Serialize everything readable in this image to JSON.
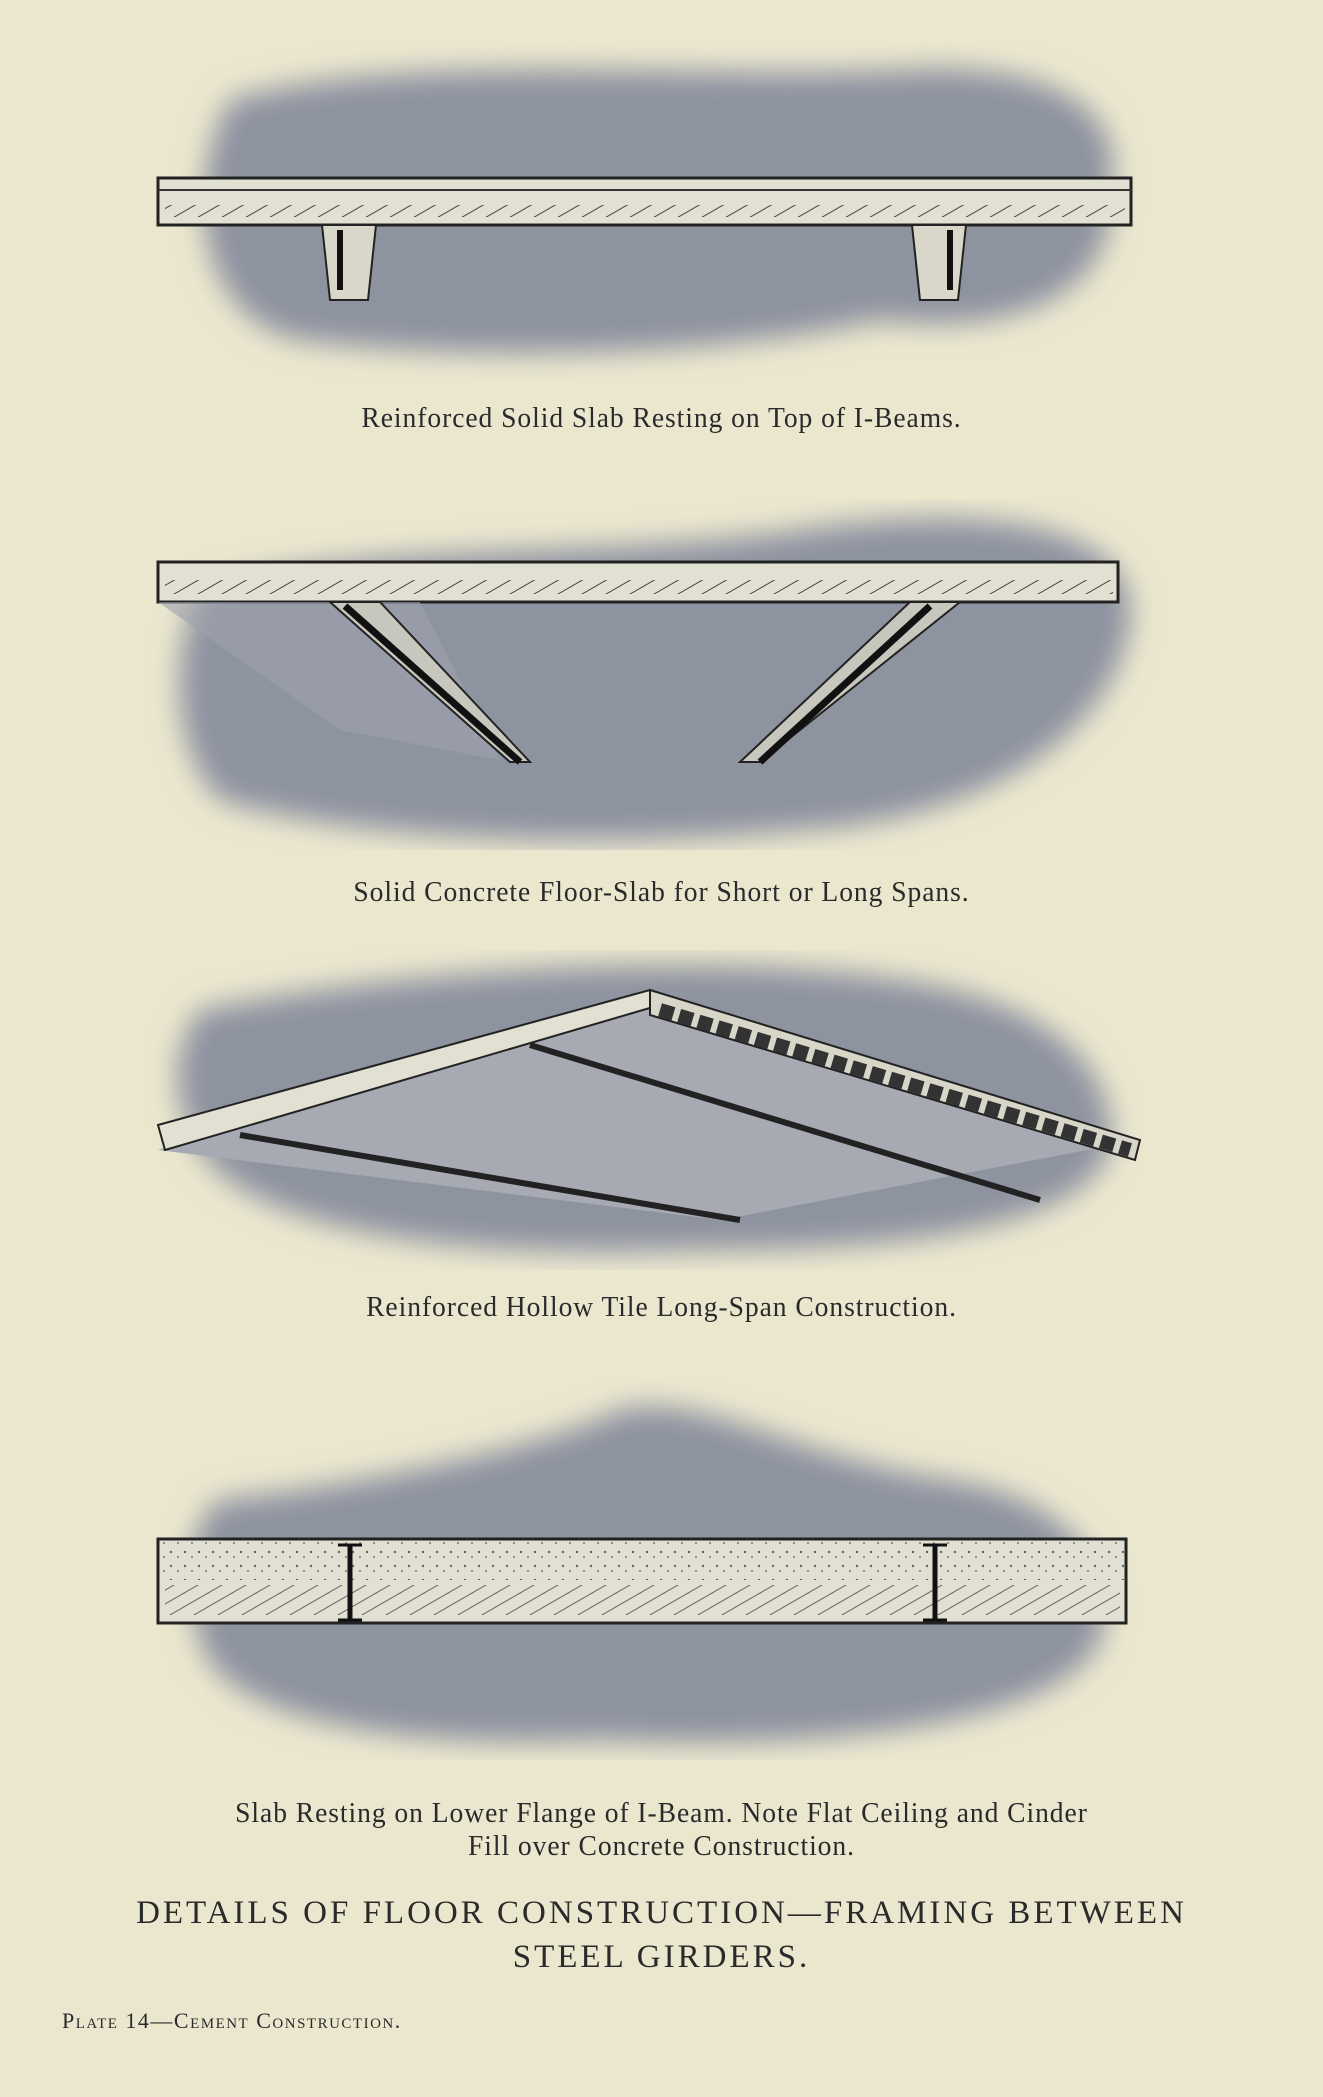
{
  "figures": [
    {
      "caption": "Reinforced Solid Slab Resting on Top of I-Beams."
    },
    {
      "caption": "Solid Concrete Floor-Slab for Short or Long Spans."
    },
    {
      "caption": "Reinforced Hollow Tile Long-Span Construction."
    },
    {
      "caption": "Slab Resting on Lower Flange of I-Beam. Note Flat Ceiling and Cinder",
      "caption_line2": "Fill over Concrete Construction."
    }
  ],
  "title_line1": "DETAILS OF FLOOR CONSTRUCTION—FRAMING BETWEEN",
  "title_line2": "STEEL GIRDERS.",
  "plate_label": "Plate 14—Cement Construction."
}
